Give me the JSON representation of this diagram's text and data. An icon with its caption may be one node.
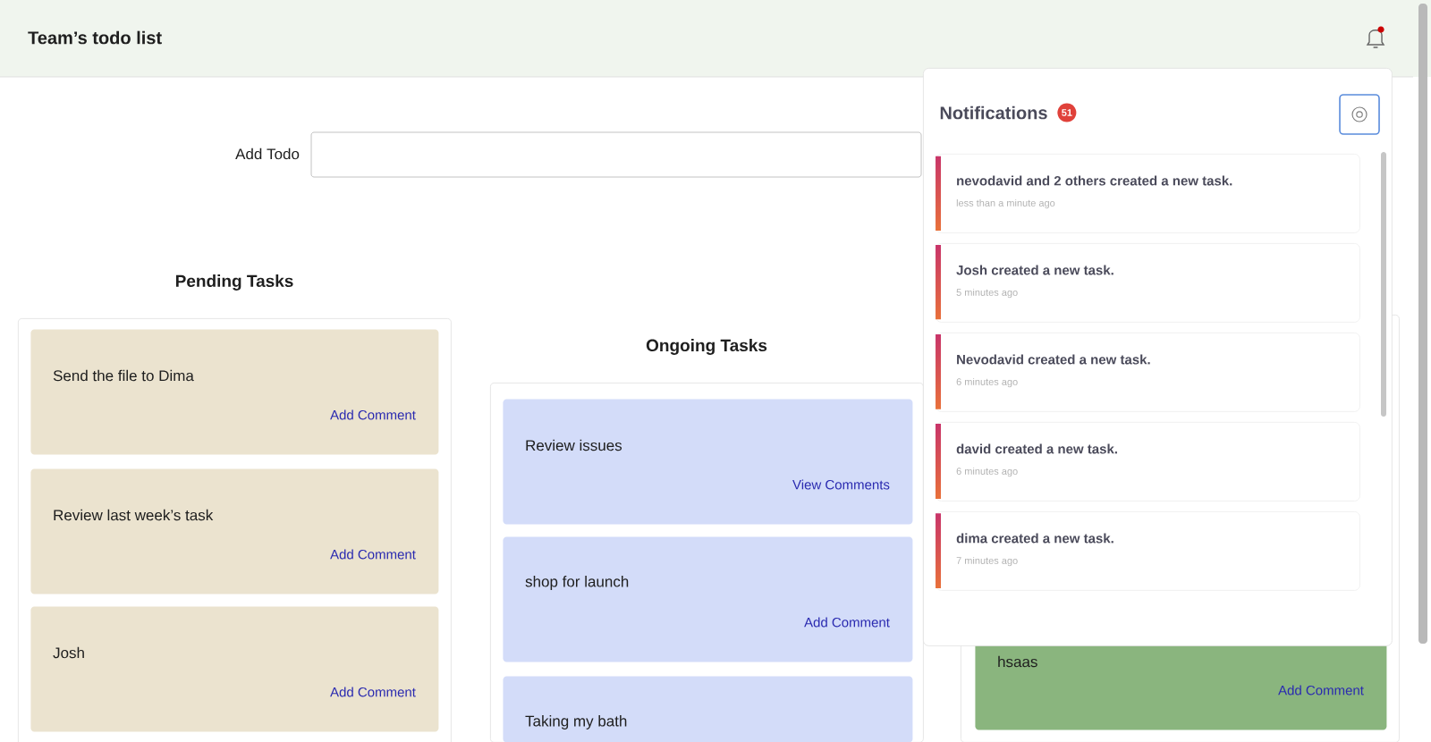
{
  "diagram": {
    "title": "Team’s todo list",
    "nodes": [
      {
        "text": [
          "Pending Tasks"
        ]
      },
      {
        "text": [
          "Send the file to Dima",
          "Add Comment"
        ],
        "in": 0
      },
      {
        "text": [
          "Review last week’s task",
          "Add Comment"
        ],
        "in": 0
      },
      {
        "text": [
          "Josh",
          "Add Comment"
        ],
        "in": 0
      },
      {
        "text": [
          "Ongoing Tasks"
        ]
      },
      {
        "text": [
          "Review issues",
          "View Comments"
        ],
        "in": 4
      },
      {
        "text": [
          "shop for launch",
          "Add Comment"
        ],
        "in": 4
      },
      {
        "text": [
          "Taking my bath"
        ],
        "in": 4
      },
      {
        "text": [],
        "shape": "box"
      },
      {
        "text": [
          "hsaas",
          "Add Comment"
        ],
        "in": 8
      },
      {
        "text": [
          "Notifications",
          "51"
        ]
      },
      {
        "text": [
          "nevodavid and 2 others created a new task.",
          "less than a minute ago"
        ],
        "in": 10
      },
      {
        "text": [
          "Josh created a new task.",
          "5 minutes ago"
        ],
        "in": 10
      },
      {
        "text": [
          "Nevodavid created a new task.",
          "6 minutes ago"
        ],
        "in": 10
      },
      {
        "text": [
          "david created a new task.",
          "6 minutes ago"
        ],
        "in": 10
      },
      {
        "text": [
          "dima created a new task.",
          "7 minutes ago"
        ],
        "in": 10
      }
    ],
    "labels": [
      "Add Todo"
    ]
  }
}
